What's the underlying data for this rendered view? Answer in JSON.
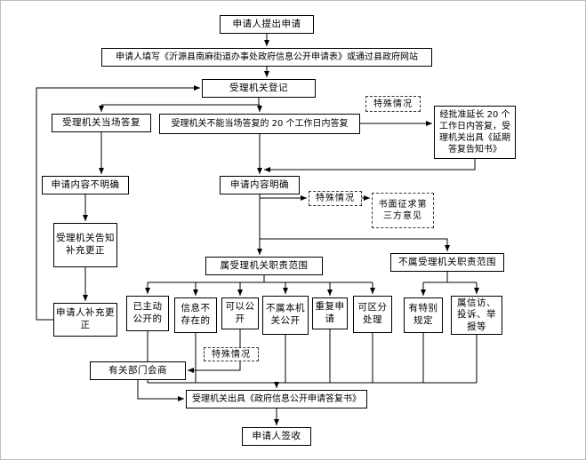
{
  "colors": {
    "box_border": "#000000",
    "box_background": "#ffffff",
    "connector": "#000000"
  },
  "nodes": {
    "submit": "申请人提出申请",
    "fill_form": "申请人填写《沂源县南麻街道办事处政府信息公开申请表》或通过县政府网站",
    "register": "受理机关登记",
    "onsite_reply": "受理机关当场答复",
    "not_onsite_reply": "受理机关不能当场答复的 20 个工作日内答复",
    "special_case": "特殊情况",
    "extend_reply": "经批准延长 20 个工作日内答复，受理机关出具《延期答复告知书》",
    "content_unclear": "申请内容不明确",
    "content_clear": "申请内容明确",
    "third_party": "书面征求第三方意见",
    "notify_supplement": "受理机关告知补充更正",
    "in_scope": "属受理机关职责范围",
    "out_scope": "不属受理机关职责范围",
    "supplement": "申请人补充更正",
    "already_public": "已主动公开的",
    "not_exist": "信息不存在的",
    "can_public": "可以公开",
    "not_this_organ": "不属本机关公开",
    "repeat_apply": "重复申请",
    "separable": "可区分处理",
    "special_rule": "有特别规定",
    "petition": "属信访、投诉、举报等",
    "consult": "有关部门会商",
    "reply_doc": "受理机关出具《政府信息公开申请答复书》",
    "sign": "申请人签收"
  }
}
